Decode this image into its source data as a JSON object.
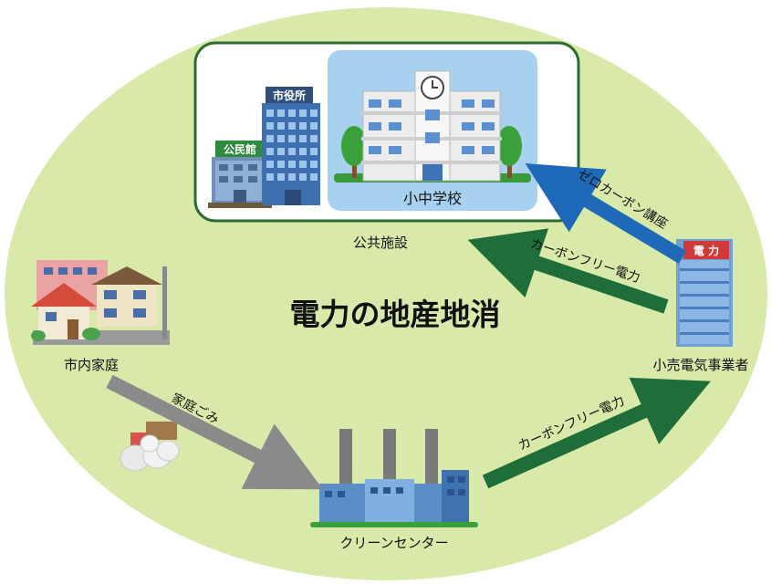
{
  "title": "電力の地産地消",
  "nodes": {
    "public_facilities": {
      "label": "公共施設",
      "school": "小中学校",
      "city_hall": "市役所",
      "community_center": "公民館"
    },
    "households": {
      "label": "市内家庭"
    },
    "clean_center": {
      "label": "クリーンセンター"
    },
    "retailer": {
      "label": "小売電気事業者",
      "sign": "電 力"
    }
  },
  "flows": {
    "household_garbage": "家庭ごみ",
    "cf_power_to_retailer": "カーボンフリー電力",
    "cf_power_to_public": "カーボンフリー電力",
    "zero_carbon_course": "ゼロカーボン講座"
  },
  "colors": {
    "background_ellipse": "#d8e9a9",
    "dark_green_arrow": "#1f6e3a",
    "blue_arrow": "#1e6ab8",
    "gray_arrow": "#8a8a8a",
    "box_border": "#2e6b30",
    "school_panel": "#a8d1ef"
  }
}
